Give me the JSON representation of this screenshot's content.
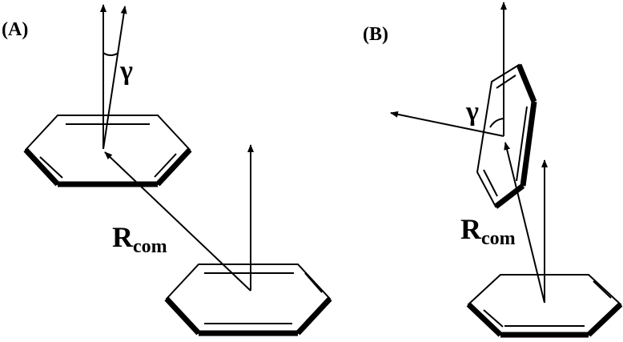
{
  "panels": [
    {
      "label": "(A)",
      "angle_symbol": "γ",
      "distance_label": {
        "main": "R",
        "subscript": "com"
      }
    },
    {
      "label": "(B)",
      "angle_symbol": "γ",
      "distance_label": {
        "main": "R",
        "subscript": "com"
      }
    }
  ],
  "colors": {
    "stroke": "#000000",
    "background": "#ffffff"
  }
}
